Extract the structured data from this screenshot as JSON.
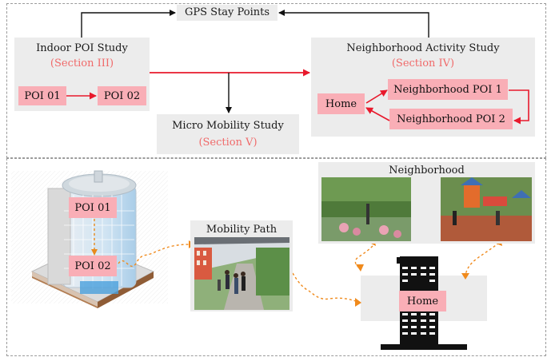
{
  "top": {
    "gps_label": "GPS Stay Points",
    "indoor": {
      "title": "Indoor POI Study",
      "section": "(Section III)",
      "poi1": "POI 01",
      "poi2": "POI 02"
    },
    "micro": {
      "title": "Micro Mobility Study",
      "section": "(Section V)"
    },
    "neighborhood": {
      "title": "Neighborhood Activity Study",
      "section": "(Section IV)",
      "home": "Home",
      "poi1": "Neighborhood POI 1",
      "poi2": "Neighborhood POI 2"
    }
  },
  "bottom": {
    "building_poi1": "POI 01",
    "building_poi2": "POI 02",
    "mobility_path": "Mobility Path",
    "neighborhood": "Neighborhood",
    "home": "Home"
  },
  "colors": {
    "arrow_red": "#e8192c",
    "arrow_black": "#111111",
    "dashed_orange": "#f08a1c",
    "pink": "#f9aeb6",
    "section_red": "#f06a6a",
    "gray_box": "#ececec"
  }
}
